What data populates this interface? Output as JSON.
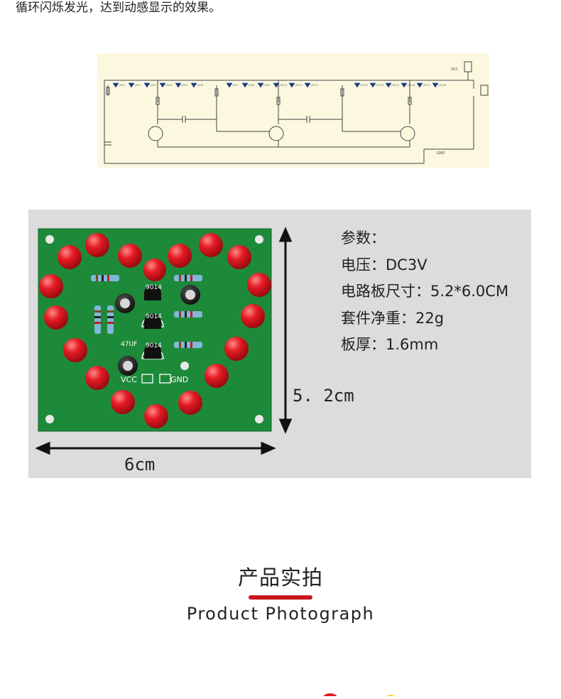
{
  "intro": {
    "text": "循环闪烁发光，达到动感显示的效果。"
  },
  "schematic": {
    "vcc_label": "VCC",
    "gnd_label": "GND"
  },
  "product": {
    "specs": [
      "参数：",
      "电压：DC3V",
      "电路板尺寸：5.2*6.0CM",
      "套件净重：22g",
      "板厚：1.6mm"
    ],
    "height_label": "5. 2cm",
    "width_label": "6cm",
    "pcb_labels": {
      "transistor": "9014",
      "capacitor": "47UF",
      "vcc": "VCC",
      "gnd": "GND"
    }
  },
  "section": {
    "title": "产品实拍",
    "subtitle": "Product Photograph"
  },
  "colors": {
    "pcb_green": "#1d8a3a",
    "led_red": "#d8121a",
    "accent_red": "#c8161d",
    "panel_gray": "#dcdcdc",
    "schematic_bg": "#fcf8e0"
  }
}
